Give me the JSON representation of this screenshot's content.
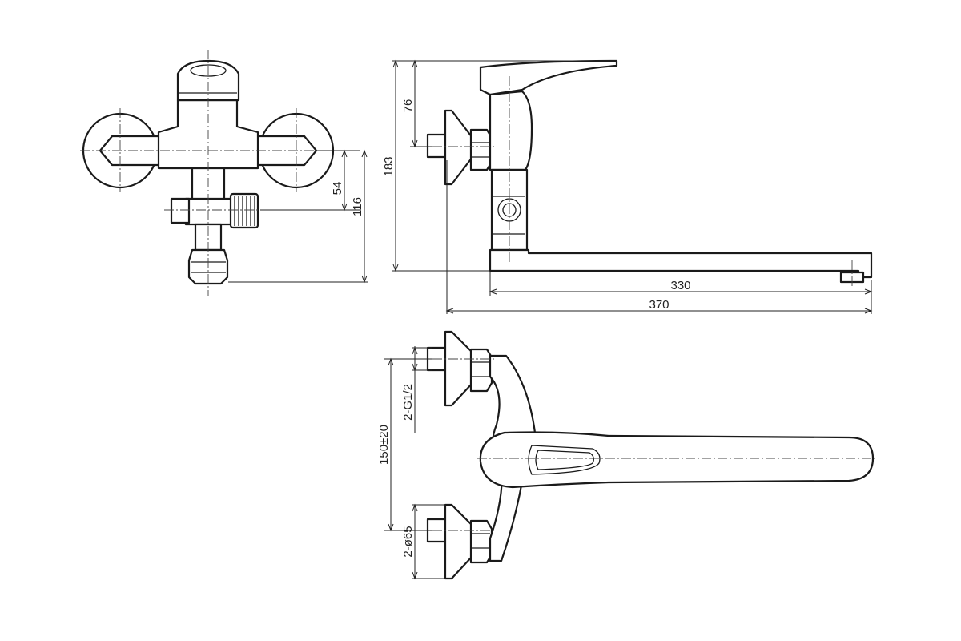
{
  "dimensions": {
    "height_76": "76",
    "height_183": "183",
    "height_54": "54",
    "height_116": "116",
    "spout_330": "330",
    "overall_370": "370",
    "spacing": "150±20",
    "thread": "2-G1/2",
    "flange": "2-ø65"
  }
}
